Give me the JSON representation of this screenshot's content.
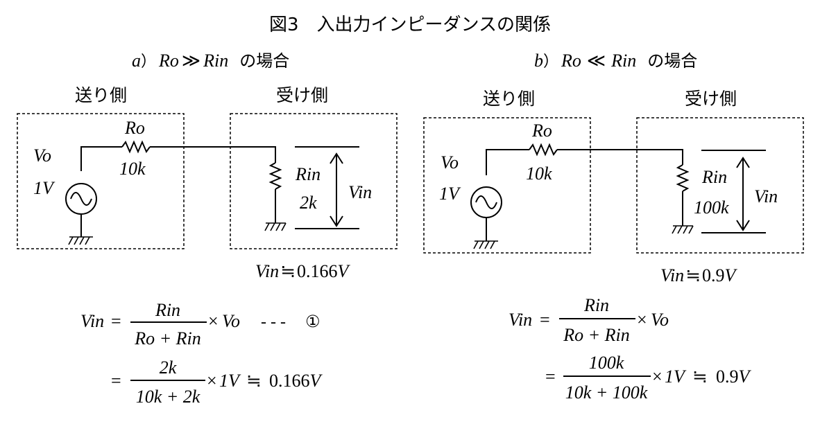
{
  "title": "図3　入出力インピーダンスの関係",
  "panel_a": {
    "prefix": "a",
    "heading_ro": "Ro",
    "heading_rel": "≫",
    "heading_rin": "Rin",
    "heading_suffix": "の場合",
    "sender_label": "送り側",
    "receiver_label": "受け側",
    "ro_label": "Ro",
    "ro_value": "10k",
    "source_label": "Vo",
    "source_value": "1V",
    "rin_label": "Rin",
    "rin_value": "2k",
    "vin_label": "Vin",
    "result_lhs": "Vin",
    "result_op": "≒",
    "result_value": "0.166",
    "result_unit": "V",
    "eq1_lhs": "Vin",
    "eq1_eq": "=",
    "eq1_num": "Rin",
    "eq1_den": "Ro + Rin",
    "eq1_times": "×",
    "eq1_var": "Vo",
    "eq1_dashes": "- - -",
    "eq1_marker": "①",
    "eq2_eq": "=",
    "eq2_num": "2k",
    "eq2_den": "10k + 2k",
    "eq2_times": "×",
    "eq2_val": "1V",
    "eq2_approx": "≒",
    "eq2_result": "0.166",
    "eq2_unit": "V"
  },
  "panel_b": {
    "prefix": "b",
    "heading_ro": "Ro",
    "heading_rel": "≪",
    "heading_rin": "Rin",
    "heading_suffix": "の場合",
    "sender_label": "送り側",
    "receiver_label": "受け側",
    "ro_label": "Ro",
    "ro_value": "10k",
    "source_label": "Vo",
    "source_value": "1V",
    "rin_label": "Rin",
    "rin_value": "100k",
    "vin_label": "Vin",
    "result_lhs": "Vin",
    "result_op": "≒",
    "result_value": "0.9",
    "result_unit": "V",
    "eq1_lhs": "Vin",
    "eq1_eq": "=",
    "eq1_num": "Rin",
    "eq1_den": "Ro + Rin",
    "eq1_times": "×",
    "eq1_var": "Vo",
    "eq2_eq": "=",
    "eq2_num": "100k",
    "eq2_den": "10k + 100k",
    "eq2_times": "×",
    "eq2_val": "1V",
    "eq2_approx": "≒",
    "eq2_result": "0.9",
    "eq2_unit": "V"
  }
}
